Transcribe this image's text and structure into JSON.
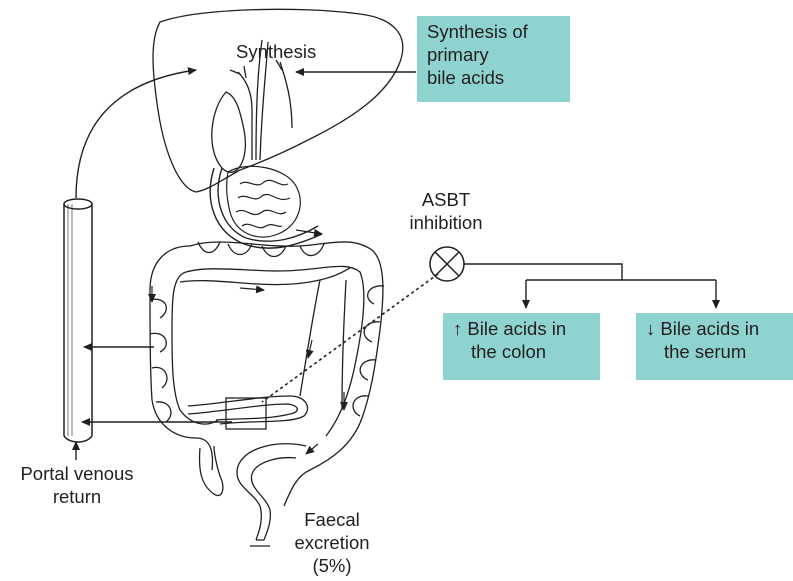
{
  "colors": {
    "box_fill": "#8ed3cf",
    "line": "#231f20",
    "background": "#ffffff"
  },
  "labels": {
    "synthesis": "Synthesis",
    "asbt_line1": "ASBT",
    "asbt_line2": "inhibition",
    "portal_line1": "Portal venous",
    "portal_line2": "return",
    "faecal_line1": "Faecal",
    "faecal_line2": "excretion",
    "faecal_line3": "(5%)"
  },
  "boxes": {
    "synthesis_primary": [
      "Synthesis of",
      "primary",
      "bile acids"
    ],
    "colon": [
      "↑ Bile acids in",
      "the colon"
    ],
    "serum": [
      "↓ Bile acids in",
      "the serum"
    ]
  },
  "icons": {
    "inhibition": "circled-x-icon",
    "organs": "liver-intestine-illustration"
  }
}
